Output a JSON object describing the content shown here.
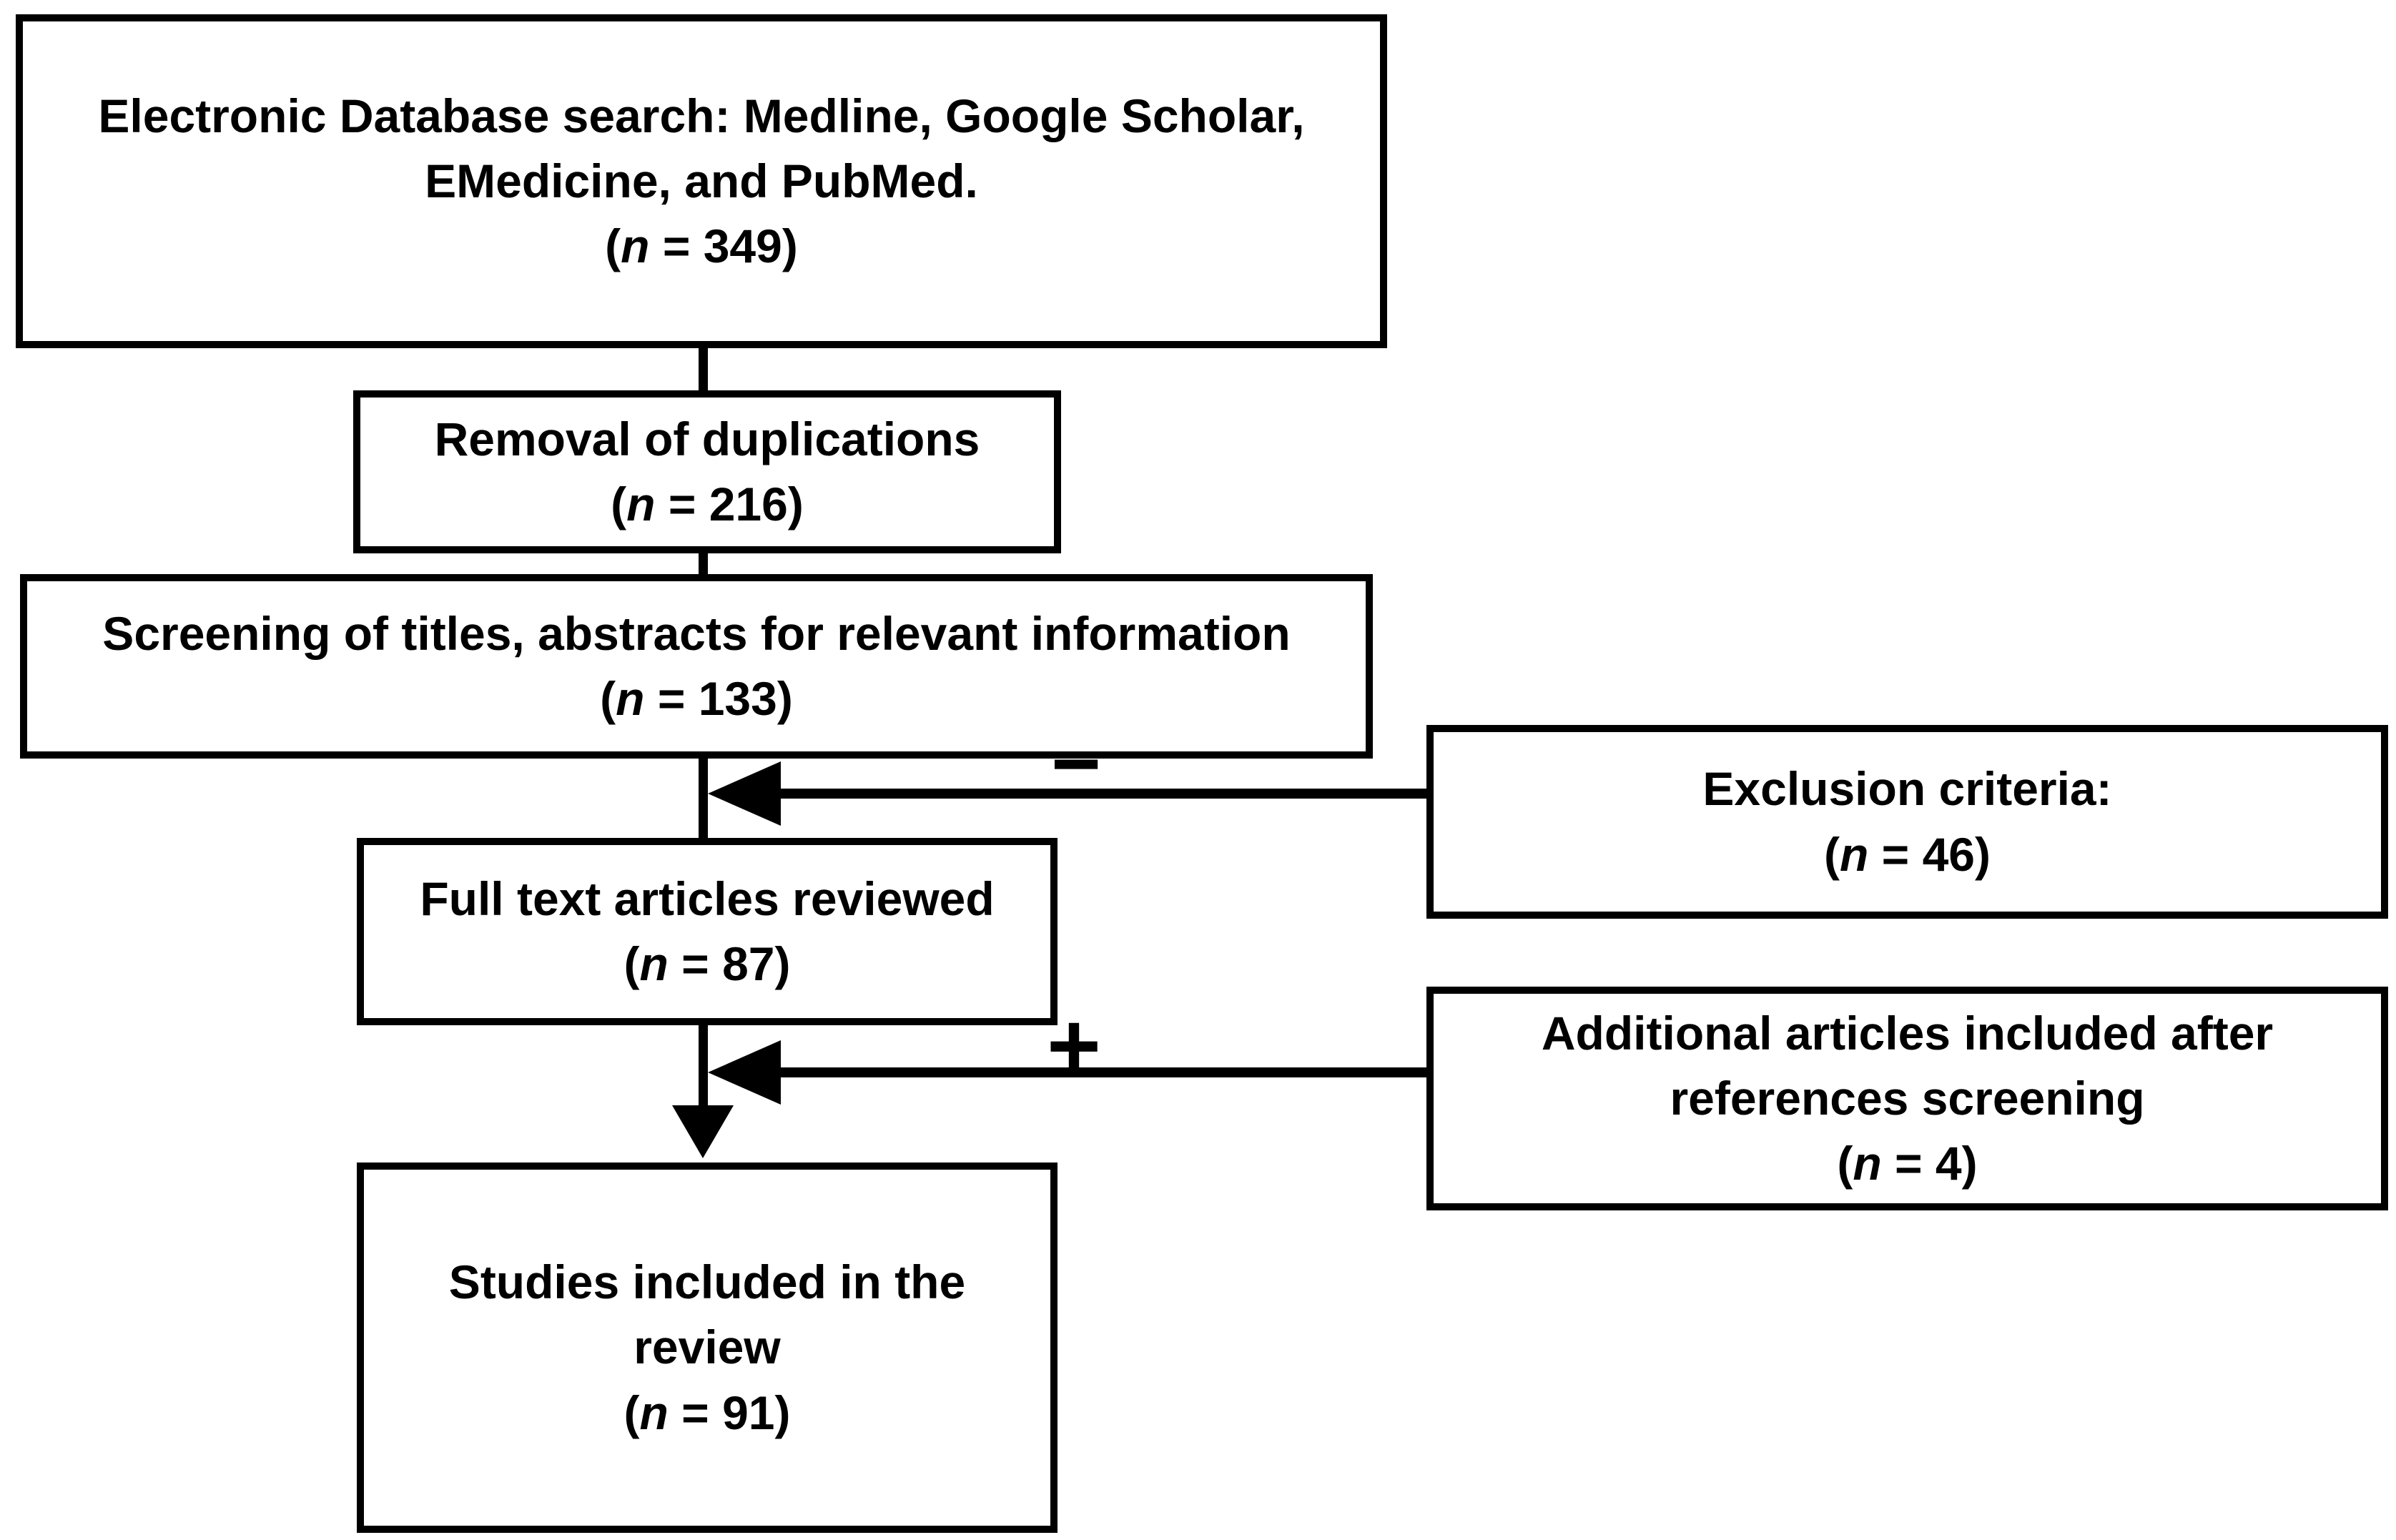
{
  "colors": {
    "ink": "#000000",
    "paper": "#ffffff"
  },
  "labels": {
    "open_paren": "(",
    "n_symbol": "n",
    "equals": " = ",
    "close_paren": ")",
    "minus_sign": "−",
    "plus_sign": "+"
  },
  "boxes": {
    "search": {
      "lines": [
        "Electronic Database search: Medline, Google Scholar,",
        "EMedicine, and PubMed."
      ],
      "n": "349"
    },
    "duplications": {
      "lines": [
        "Removal of duplications"
      ],
      "n": "216"
    },
    "screening": {
      "lines": [
        "Screening of titles, abstracts for relevant information"
      ],
      "n": "133"
    },
    "exclusion": {
      "lines": [
        "Exclusion criteria:"
      ],
      "n": "46"
    },
    "fulltext": {
      "lines": [
        "Full text articles reviewed"
      ],
      "n": "87"
    },
    "additional": {
      "lines": [
        "Additional articles included after",
        "references screening"
      ],
      "n": "4"
    },
    "studies": {
      "lines": [
        "Studies included in the",
        "review"
      ],
      "n": "91"
    }
  }
}
